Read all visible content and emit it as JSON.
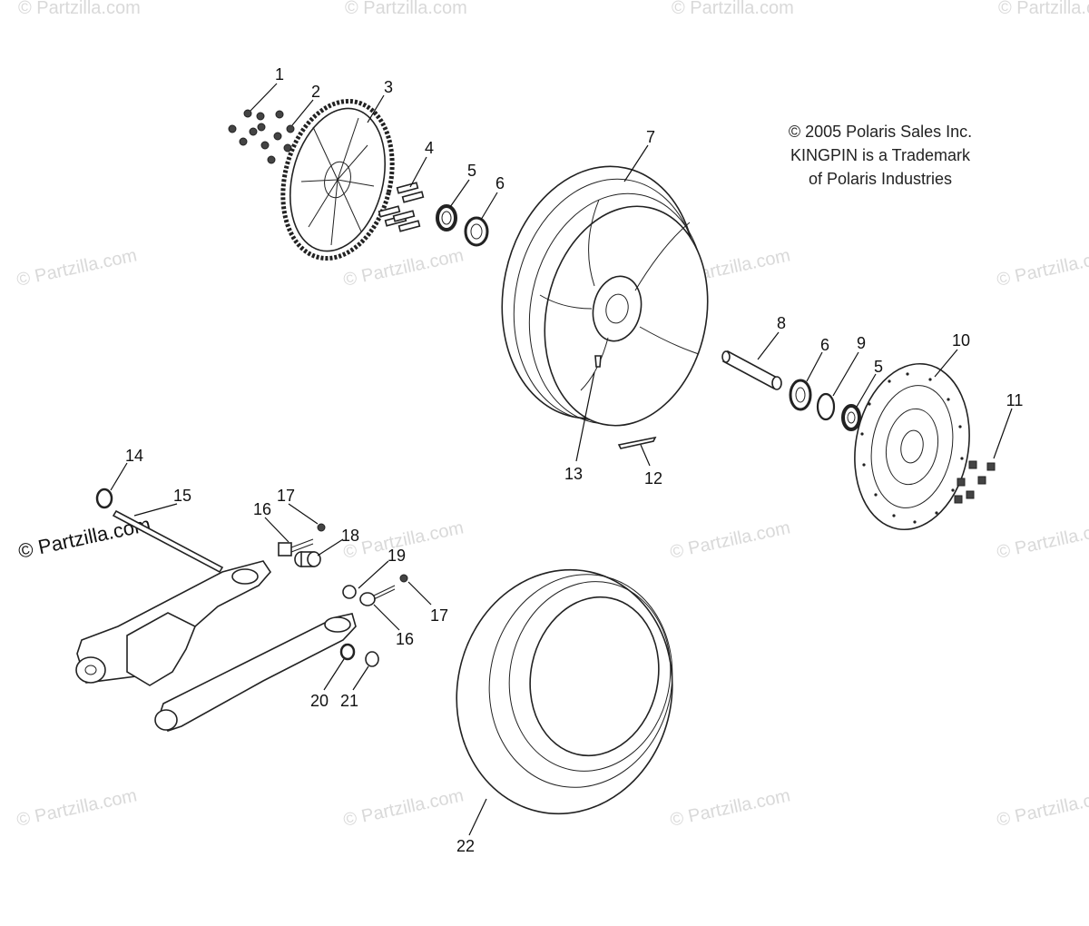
{
  "copyright": {
    "line1": "© 2005 Polaris Sales Inc.",
    "line2": "KINGPIN is a Trademark",
    "line3": "of Polaris Industries"
  },
  "watermark": {
    "text": "© Partzilla.com",
    "color": "#d9d9d9",
    "strong_color": "#111111"
  },
  "callouts": {
    "c1": "1",
    "c2": "2",
    "c3": "3",
    "c4": "4",
    "c5": "5",
    "c6": "6",
    "c7": "7",
    "c8": "8",
    "c6b": "6",
    "c9": "9",
    "c10": "10",
    "c5b": "5",
    "c11": "11",
    "c12": "12",
    "c13": "13",
    "c14": "14",
    "c15": "15",
    "c16": "16",
    "c17": "17",
    "c18": "18",
    "c19": "19",
    "c17b": "17",
    "c16b": "16",
    "c20": "20",
    "c21": "21",
    "c22": "22"
  }
}
